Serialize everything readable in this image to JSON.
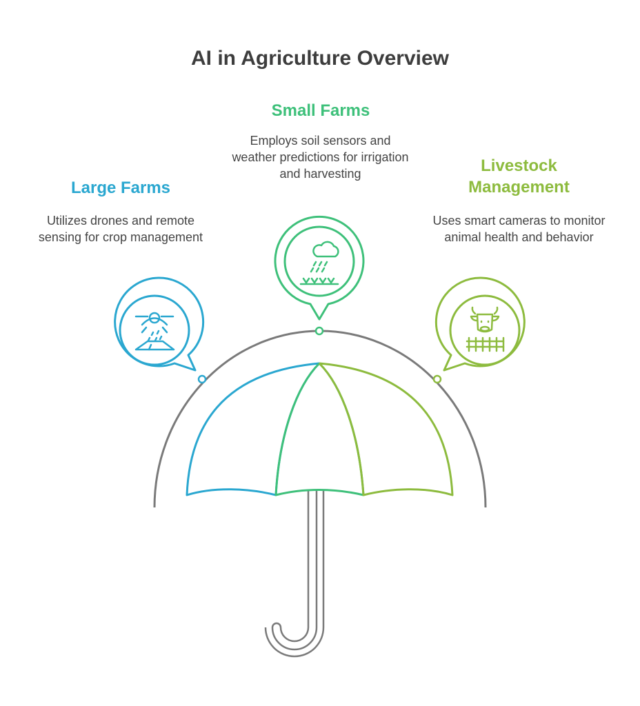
{
  "title": "AI in Agriculture Overview",
  "colors": {
    "large": "#2aa7d0",
    "small": "#3ec07a",
    "livestock": "#8dbb3e",
    "frame": "#7a7a7a",
    "title": "#3d3d3d"
  },
  "sections": [
    {
      "id": "large",
      "heading": "Large Farms",
      "description": "Utilizes drones and remote sensing for crop management",
      "icon": "drone-spraying-field-icon"
    },
    {
      "id": "small",
      "heading": "Small Farms",
      "description": "Employs soil sensors and weather predictions for irrigation and harvesting",
      "icon": "rain-cloud-crops-icon"
    },
    {
      "id": "livestock",
      "heading": "Livestock Management",
      "description": "Uses smart cameras to monitor animal health and behavior",
      "icon": "cow-fence-icon"
    }
  ]
}
